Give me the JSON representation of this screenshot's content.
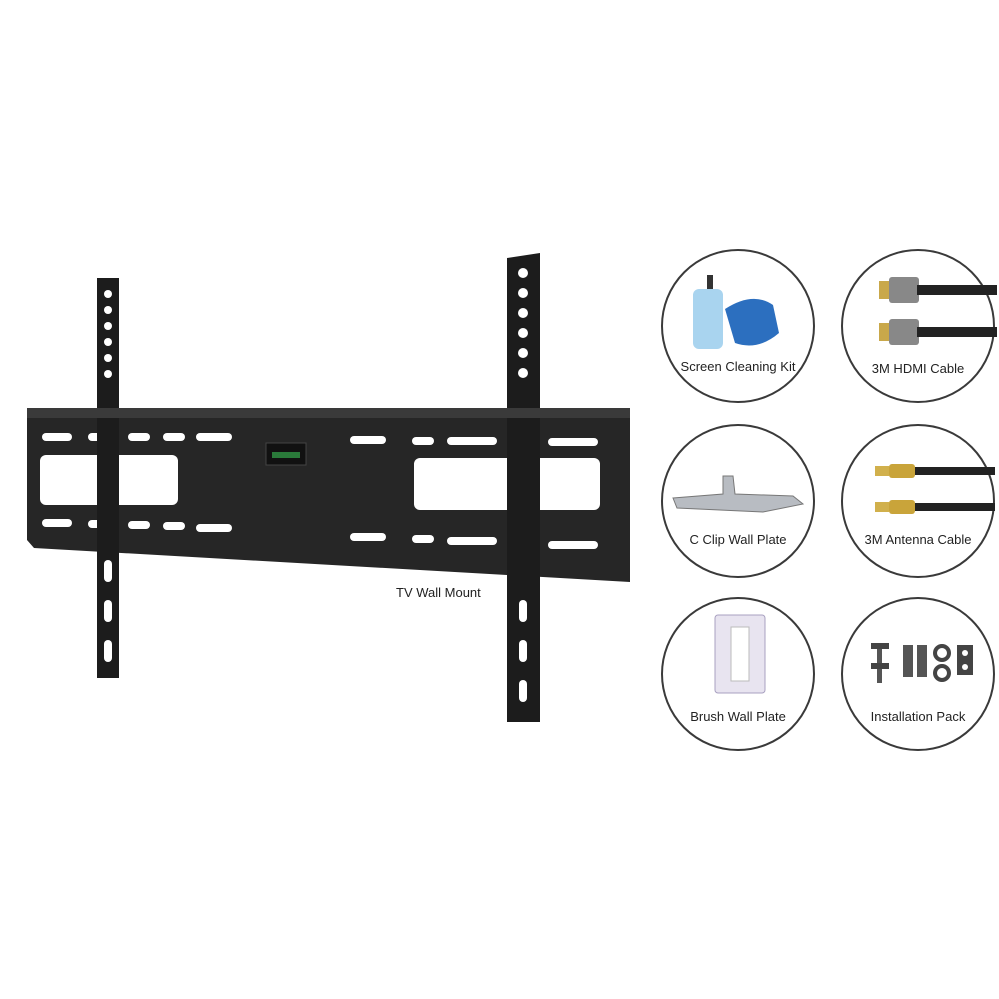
{
  "main_product": {
    "label": "TV Wall Mount",
    "icon": "tv-wall-mount-bracket"
  },
  "accessories": [
    {
      "label": "Screen Cleaning Kit",
      "icon": "spray-bottle-and-cloth"
    },
    {
      "label": "3M HDMI Cable",
      "icon": "hdmi-cable"
    },
    {
      "label": "C Clip Wall Plate",
      "icon": "c-clip-plate"
    },
    {
      "label": "3M Antenna Cable",
      "icon": "antenna-cable"
    },
    {
      "label": "Brush Wall Plate",
      "icon": "brush-wall-plate"
    },
    {
      "label": "Installation Pack",
      "icon": "screws-and-washers"
    }
  ],
  "colors": {
    "bracket": "#1f1f1f",
    "circle_border": "#3a3a3a"
  }
}
